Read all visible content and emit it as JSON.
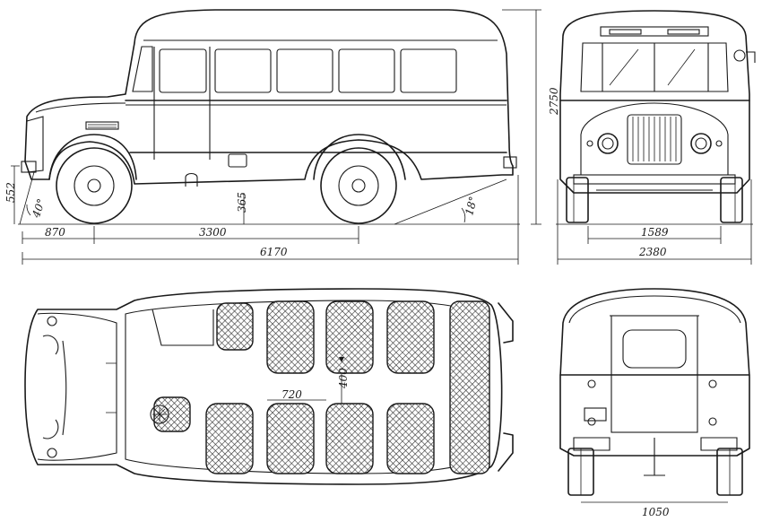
{
  "dimensions": {
    "front_overhang": "870",
    "wheelbase": "3300",
    "total_length": "6170",
    "overall_height": "2750",
    "front_bumper_height": "552",
    "ground_clearance": "365",
    "approach_angle": "40°",
    "departure_angle": "18°",
    "track_width": "1589",
    "overall_width": "2380",
    "seat_pitch": "720",
    "aisle_width": "400",
    "rear_door_width": "1050"
  }
}
